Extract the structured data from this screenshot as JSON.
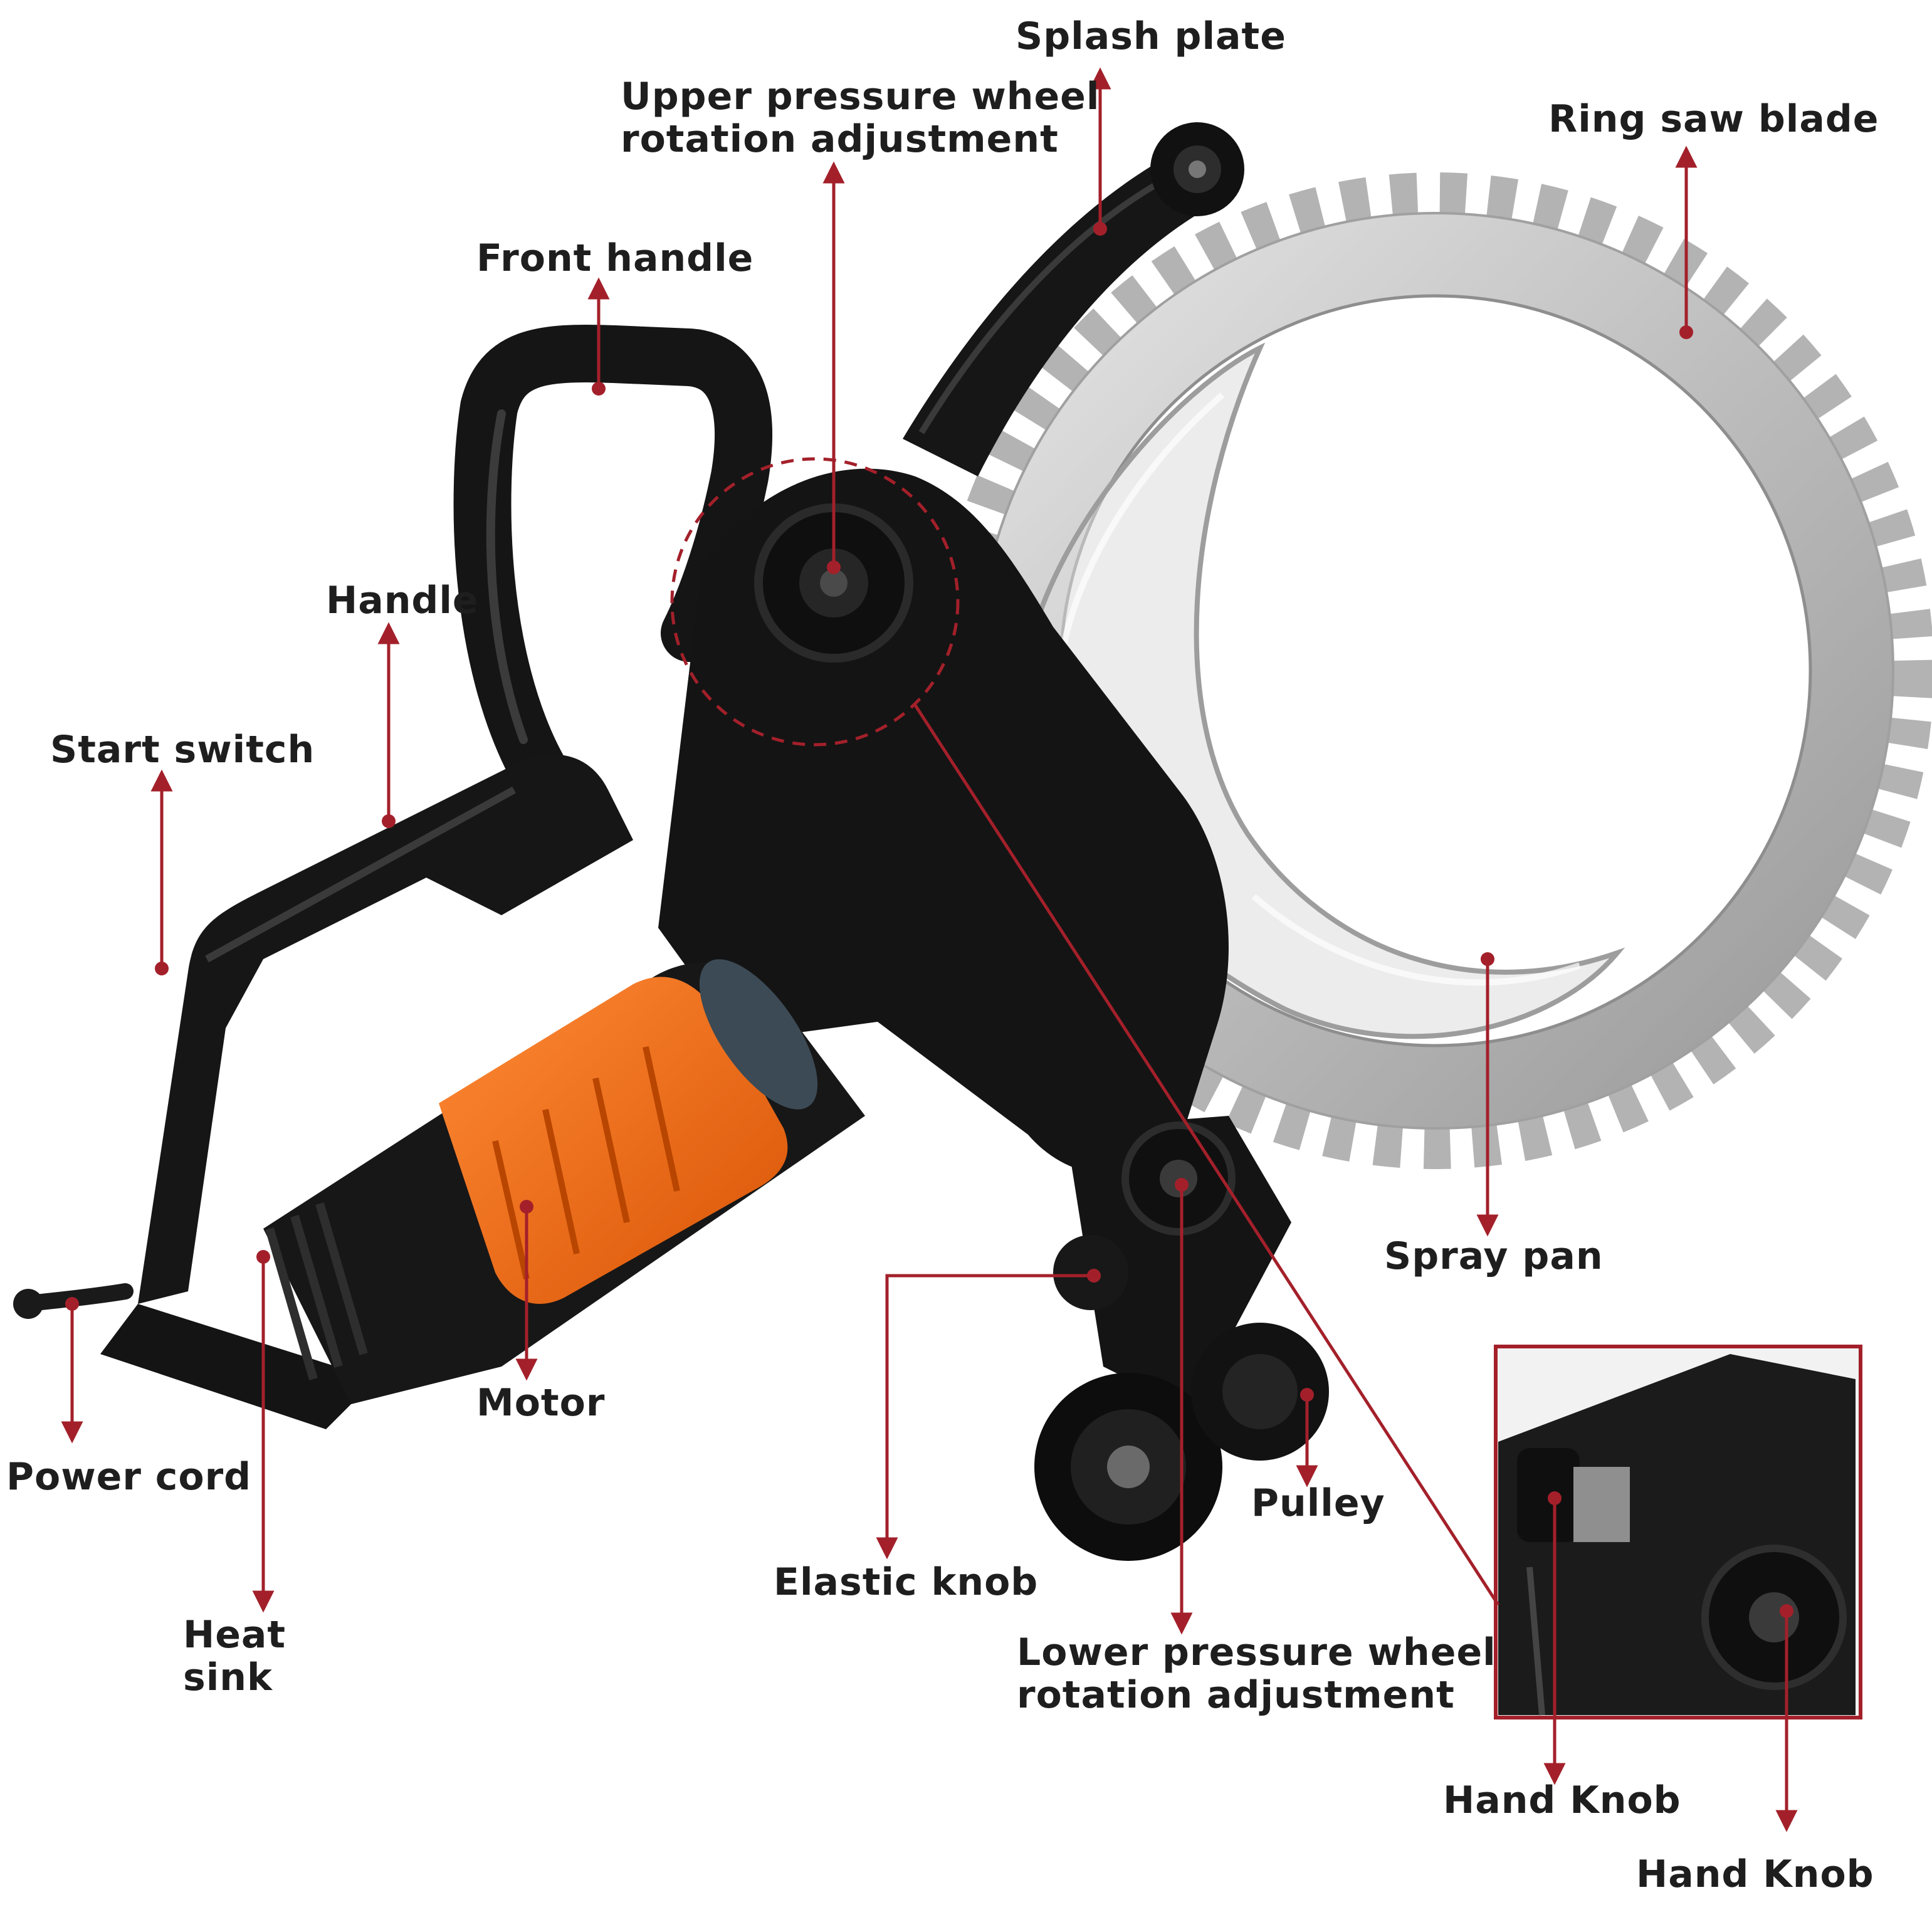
{
  "colors": {
    "arrow": "#a3202a",
    "tool_body": "#141414",
    "motor_accent": "#f06a12",
    "blade": "#c9c9c9",
    "label_text": "#1e1e1e"
  },
  "labels": {
    "splash_plate": "Splash plate",
    "upper_pressure_wheel": "Upper pressure wheel\nrotation adjustment",
    "ring_saw_blade": "Ring saw blade",
    "front_handle": "Front handle",
    "handle": "Handle",
    "start_switch": "Start switch",
    "power_cord": "Power cord",
    "heat_sink": "Heat\nsink",
    "motor": "Motor",
    "elastic_knob": "Elastic knob",
    "pulley": "Pulley",
    "spray_pan": "Spray pan",
    "lower_pressure_wheel": "Lower pressure wheel\nrotation adjustment",
    "hand_knob_1": "Hand Knob",
    "hand_knob_2": "Hand Knob"
  }
}
